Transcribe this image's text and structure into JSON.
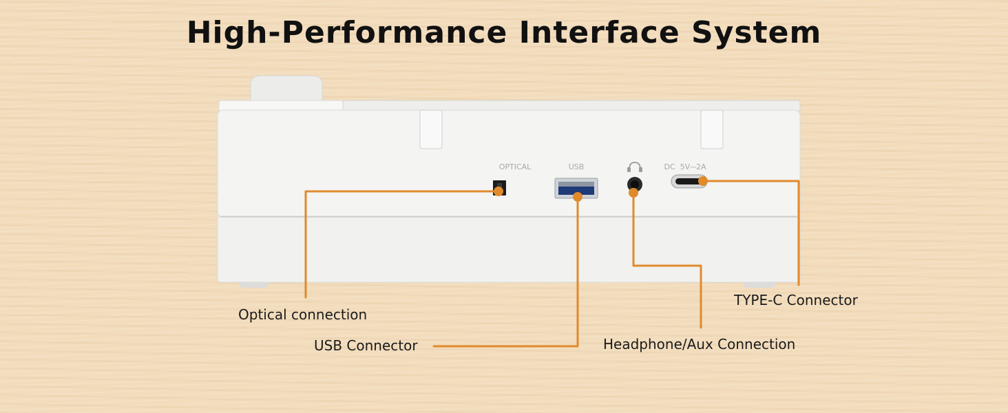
{
  "title": "High-Performance Interface System",
  "device": {
    "port_labels": {
      "optical": "OPTICAL",
      "usb": "USB",
      "dc": "DC  5V⎓2A"
    }
  },
  "callouts": {
    "optical": "Optical connection",
    "usb": "USB Connector",
    "headphone": "Headphone/Aux Connection",
    "typec": "TYPE-C Connector"
  },
  "colors": {
    "leader_line": "#e08a2c",
    "device_body": "#f4f4f2",
    "background": "#f2dcbc"
  },
  "icons": {
    "headphone": "headphone-icon"
  }
}
